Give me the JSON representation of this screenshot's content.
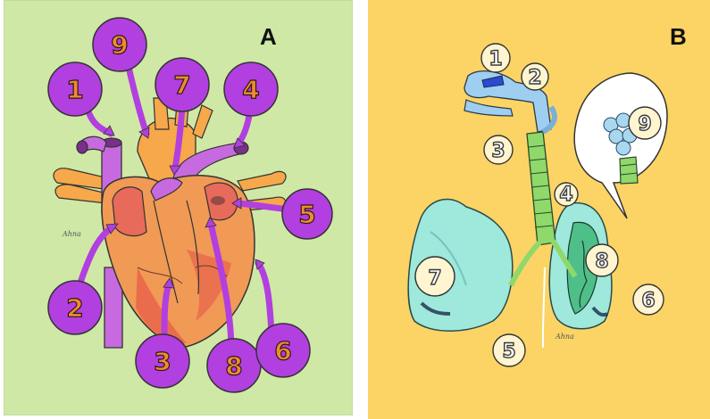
{
  "panel_a": {
    "letter": "A",
    "background": "#cfe8a6",
    "bubble_color": "#b23fe0",
    "labels": [
      "1",
      "9",
      "7",
      "4",
      "5",
      "2",
      "3",
      "8",
      "6"
    ],
    "signature": "Ahna"
  },
  "panel_b": {
    "letter": "B",
    "background": "#fbd465",
    "labels": [
      "1",
      "2",
      "3",
      "4",
      "5",
      "6",
      "7",
      "8",
      "9"
    ],
    "signature": "Ahna"
  }
}
